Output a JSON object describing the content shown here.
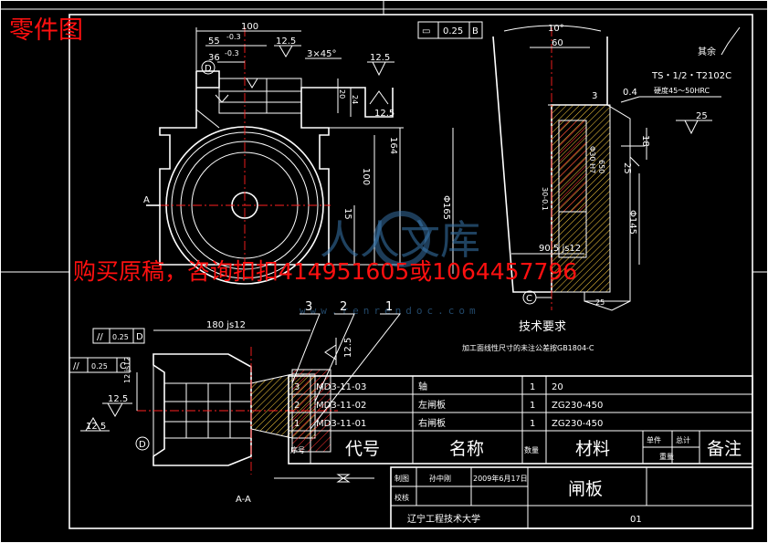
{
  "header": {
    "title": "零件图"
  },
  "banner": {
    "text": "购买原稿，咨询扣扣414951605或1064457796"
  },
  "watermark": {
    "text": "人人文库",
    "url": "www.renrendoc.com"
  },
  "colors": {
    "background": "#000000",
    "lines": "#ffffff",
    "centerline": "#ff2020",
    "hatch": "#18d8d8",
    "banner": "#ff1010"
  },
  "dims_top": {
    "d100": "100",
    "d55": "55",
    "d55tol": "-0.3",
    "d36": "36",
    "d36tol": "-0.3",
    "d12_5": "12.5",
    "chamfer": "3×45°",
    "d20": "20",
    "d24": "24",
    "d164": "164",
    "d100v": "100",
    "d15": "15",
    "rough": "12.5",
    "datum_d": "D",
    "datum_a": "A",
    "side_a": "12.5",
    "side_b": "12.5"
  },
  "dims_right": {
    "flatness": "▭",
    "flatness_val": "0.25",
    "flatness_ref": "B",
    "angle": "10°",
    "d60": "60",
    "rest": "其余",
    "rest_rough": "25",
    "coating": "TS・1/2・T2102C",
    "hardness": "硬度45～50HRC",
    "d04": "0.4",
    "d3": "3",
    "d25": "25",
    "d18": "18",
    "dia165": "Φ165",
    "dia145": "Φ145",
    "dia30": "Φ30 H7",
    "dia30b": "30-0.1",
    "fit": "90.5 js12",
    "d25b": "25",
    "datum_c": "C",
    "d650": "650"
  },
  "dims_section": {
    "par1": "//",
    "par1_val": "0.25",
    "par1_ref": "D",
    "par2": "//",
    "par2_val": "0.25",
    "par2_ref": "C",
    "fit180": "180 js12",
    "fit12": "12 js12",
    "r1": "12.5",
    "r2": "12.5",
    "r3": "12.5",
    "datum_d": "D",
    "section_label": "A-A",
    "balloon1": "1",
    "balloon2": "2",
    "balloon3": "3"
  },
  "tech": {
    "heading": "技术要求",
    "note": "加工面线性尺寸的未注公差按GB1804-C"
  },
  "bom": {
    "headers": {
      "seq": "序号",
      "code": "代号",
      "name": "名称",
      "qty": "数量",
      "material": "材料",
      "unit_w": "单件",
      "total_w": "总计",
      "weight": "重量",
      "remark": "备注"
    },
    "rows": [
      {
        "seq": "3",
        "code": "MD3-11-03",
        "name": "轴",
        "qty": "1",
        "material": "20"
      },
      {
        "seq": "2",
        "code": "MD3-11-02",
        "name": "左闸板",
        "qty": "1",
        "material": "ZG230-450"
      },
      {
        "seq": "1",
        "code": "MD3-11-01",
        "name": "右闸板",
        "qty": "1",
        "material": "ZG230-450"
      }
    ]
  },
  "titleblock": {
    "draw_label": "制图",
    "drawer": "孙中刚",
    "date": "2009年6月17日",
    "check_label": "校核",
    "part_name": "闸板",
    "school": "辽宁工程技术大学",
    "drawing_no": "01"
  }
}
